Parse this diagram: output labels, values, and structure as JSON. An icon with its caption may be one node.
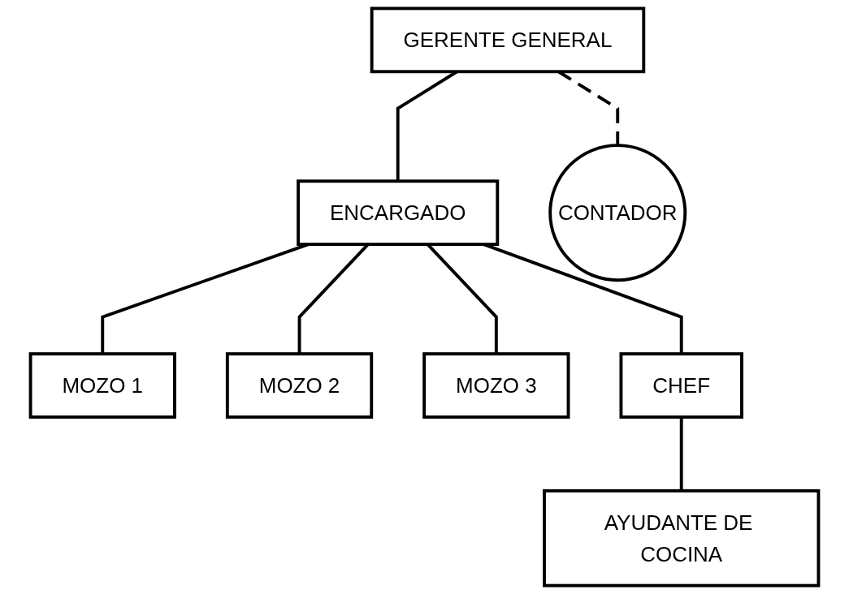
{
  "diagram": {
    "nodes": [
      {
        "text": [
          "GERENTE GENERAL"
        ]
      },
      {
        "text": [
          "CONTADOR"
        ]
      },
      {
        "text": [
          "ENCARGADO"
        ]
      },
      {
        "text": [
          "MOZO 1"
        ]
      },
      {
        "text": [
          "MOZO 2"
        ]
      },
      {
        "text": [
          "MOZO 3"
        ]
      },
      {
        "text": [
          "CHEF"
        ]
      },
      {
        "text": [
          "AYUDANTE DE COCINA"
        ]
      }
    ],
    "edges": [
      {
        "from": 0,
        "to": 1,
        "arrow": "none",
        "style": "dashed"
      },
      {
        "from": 0,
        "to": 2,
        "arrow": "none"
      },
      {
        "from": 2,
        "to": 3,
        "arrow": "none"
      },
      {
        "from": 2,
        "to": 4,
        "arrow": "none"
      },
      {
        "from": 2,
        "to": 5,
        "arrow": "none"
      },
      {
        "from": 2,
        "to": 6,
        "arrow": "none"
      },
      {
        "from": 6,
        "to": 7,
        "arrow": "none"
      }
    ]
  }
}
